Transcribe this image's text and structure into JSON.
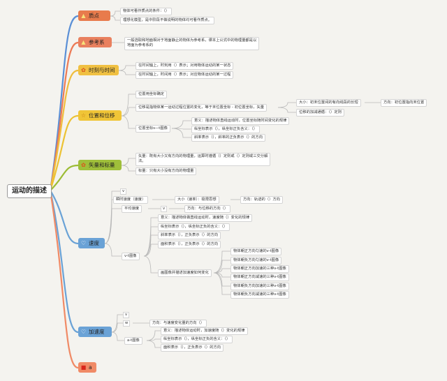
{
  "title": "运动的描述",
  "branches": {
    "b1": {
      "label": "质点",
      "icon": "▲",
      "color": "#e87b4c"
    },
    "b2": {
      "label": "参考系",
      "icon": "▲",
      "color": "#e9805e"
    },
    "b3": {
      "label": "时刻与时间",
      "icon": "✿",
      "color": "#f0c042"
    },
    "b4": {
      "label": "位置和位移",
      "icon": "☆",
      "color": "#f0c537"
    },
    "b5": {
      "label": "矢量和标量",
      "icon": "✿",
      "color": "#9fbf3a"
    },
    "b6": {
      "label": "速度",
      "icon": "♡",
      "color": "#6aa2d6"
    },
    "b7": {
      "label": "加速度",
      "icon": "♡",
      "color": "#6aa2d6"
    },
    "b8": {
      "label": "a",
      "icon": "■",
      "color": "#f08a66"
    }
  },
  "zhidian": [
    "物体可看作质点的条件：（）",
    "理想化模型，是中阶段不做说明的物体均可看作质点。"
  ],
  "cankaoxi": [
    "一般选取和地面相对于地面静止的物体为参考系，课本上公式中的物理量都是以",
    "地面为参考系的"
  ],
  "shike": [
    "在时间轴上，时刻用（）表示；对用物体运动的某一状态",
    "在时间轴上，时间用（）表示；对应物体运动的某一过程"
  ],
  "weizhi": {
    "a": "位置用坐标确定",
    "b": "位移是指物体某一运动过程位置的变化，等于末位置坐标 - 初位置坐标，矢量",
    "b_size": "大小：初末位置间的有向线段的长短",
    "b_dir": "方向：初位置指向末位置",
    "b_add": "位移的加减通循：（）定则",
    "c": "位置坐标s—t图像",
    "c1": "意义：描述物体直线运动时，位置坐标随时间变化的规律",
    "c2": "纵坐标表示（），纵坐标正负含义：（）",
    "c3": "斜率表示（），斜率的正负表示（）的方向"
  },
  "shiliang": {
    "a": [
      "矢量：既有大小又有方向的物理量，运算时遵循（）定则或（）定则或三交分解",
      "法。"
    ],
    "b": "标量：只有大小没有方向的物理量"
  },
  "sudu": {
    "v": "v",
    "inst": "瞬时速度（速度）",
    "inst_size": "大小（速率）：极限思想",
    "inst_dir": "方向：轨迹的（）方向",
    "avg": "平均速度",
    "avg_v": "v",
    "avg_dir": "方向：与位移的方向（）",
    "vt": "v-t图像",
    "vt1": "意义：描述物体做直线运动时，速度随（）变化的规律",
    "vt2": "纵坐标表示（），纵坐标正负的含义：（）",
    "vt3": "斜率表示（），正负表示（）的方向",
    "vt4": "面积表示（），正负表示（）的方向",
    "vt5": "画图像并描述加速度如何变化",
    "g": [
      "物体朝正方向匀速的v-t图像",
      "物体朝负方向匀速的v-t图像",
      "物体朝正方向加速的三种v-t图像",
      "物体朝正方向减速的三种v-t图像",
      "物体朝负方向加速的三种v-t图像",
      "物体朝负方向减速的三种v-t图像"
    ]
  },
  "jiasudu": {
    "v": "v",
    "w": "w",
    "dir": "方向：与速度变化量的方向（）",
    "at": "a-t图像",
    "at1": "意义：描述物体运动时，加速度随（）变化的规律",
    "at2": "纵坐标表示（），纵坐标正负的含义：（）",
    "at3": "面积表示（），正负表示（）的方向"
  }
}
